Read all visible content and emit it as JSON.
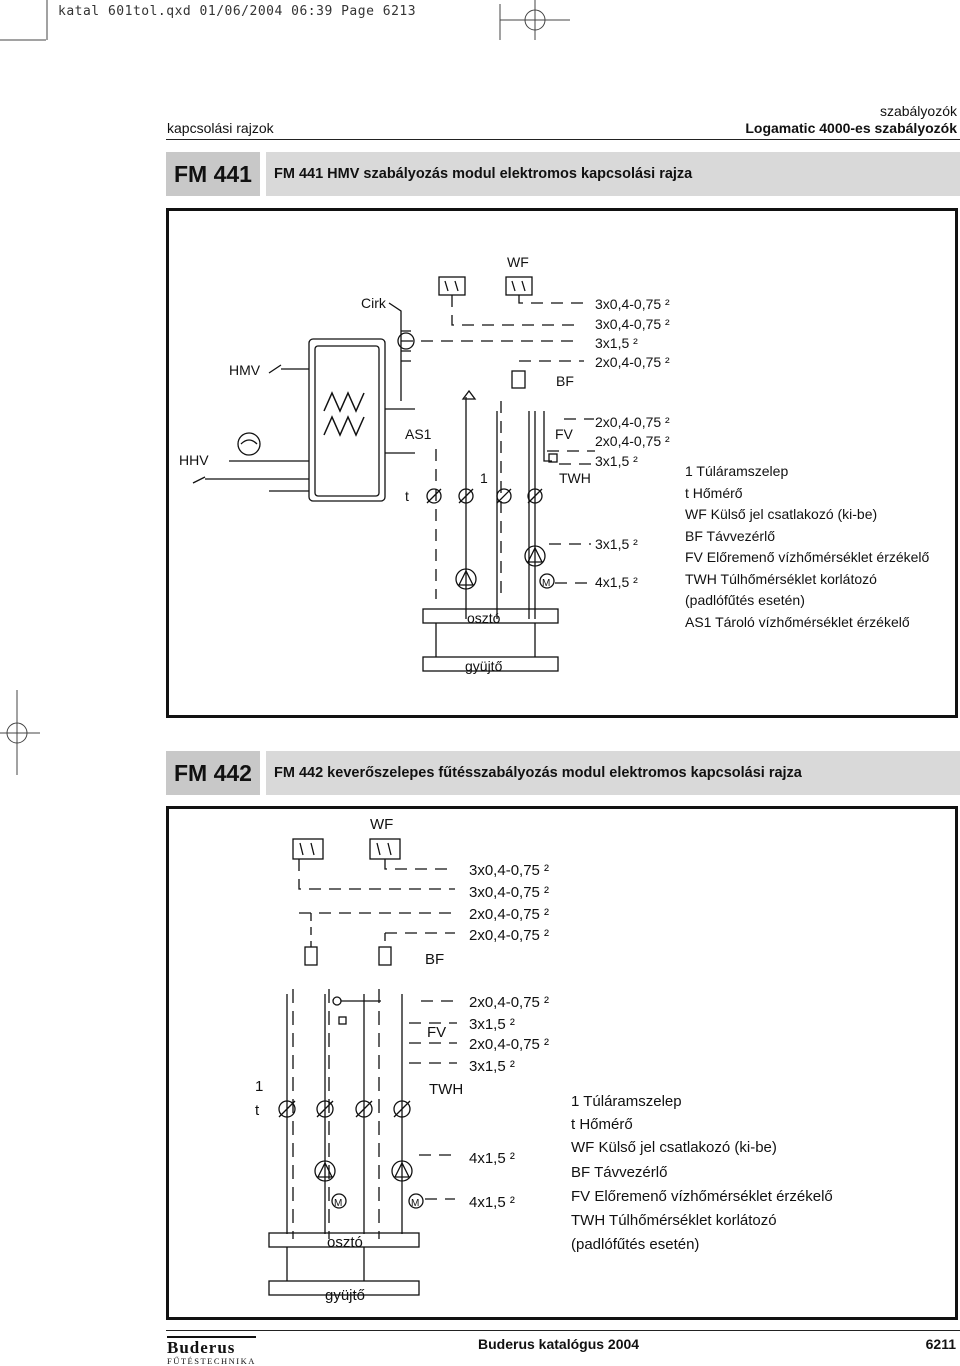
{
  "slug": "katal 601tol.qxd  01/06/2004  06:39  Page 6213",
  "header": {
    "left": "kapcsolási rajzok",
    "right_line1": "szabályozók",
    "right_line2": "Logamatic 4000-es szabályozók"
  },
  "sections": [
    {
      "code": "FM 441",
      "title": "FM 441 HMV szabályozás modul elektromos kapcsolási rajza",
      "labels": {
        "wf": "WF",
        "cirk": "Cirk",
        "hmv": "HMV",
        "hhv": "HHV",
        "bf": "BF",
        "as1": "AS1",
        "fv": "FV",
        "twh": "TWH",
        "t": "t",
        "one": "1",
        "oszto": "osztó",
        "gyujto": "gyüjtő",
        "m": "M"
      },
      "cables_top": [
        "3x0,4-0,75 ²",
        "3x0,4-0,75 ²",
        "3x1,5 ²",
        "2x0,4-0,75 ²"
      ],
      "cables_mid": [
        "2x0,4-0,75 ²",
        "2x0,4-0,75 ²",
        "3x1,5 ²"
      ],
      "cables_bot": [
        "3x1,5 ²",
        "4x1,5 ²"
      ],
      "legend": [
        "1  Túláramszelep",
        "t   Hőmérő",
        "WF  Külső jel csatlakozó (ki-be)",
        "BF  Távvezérlő",
        "FV  Előremenő vízhőmérséklet érzékelő",
        "TWH  Túlhőmérséklet korlátozó",
        "      (padlófűtés esetén)",
        "AS1  Tároló vízhőmérséklet érzékelő"
      ]
    },
    {
      "code": "FM 442",
      "title": "FM 442 keverőszelepes fűtésszabályozás modul elektromos kapcsolási rajza",
      "labels": {
        "wf": "WF",
        "bf": "BF",
        "fv": "FV",
        "twh": "TWH",
        "t": "t",
        "one": "1",
        "oszto": "osztó",
        "gyujto": "gyüjtő",
        "m": "M"
      },
      "cables_top": [
        "3x0,4-0,75 ²",
        "3x0,4-0,75 ²",
        "2x0,4-0,75 ²",
        "2x0,4-0,75 ²"
      ],
      "cables_mid": [
        "2x0,4-0,75 ²",
        "3x1,5 ²",
        "2x0,4-0,75 ²",
        "3x1,5 ²"
      ],
      "cables_bot": [
        "4x1,5 ²",
        "4x1,5 ²"
      ],
      "legend": [
        "1  Túláramszelep",
        "t   Hőmérő",
        "WF  Külső jel csatlakozó (ki-be)",
        "BF  Távvezérlő",
        "FV  Előremenő vízhőmérséklet érzékelő",
        "TWH  Túlhőmérséklet korlátozó",
        "      (padlófűtés esetén)"
      ]
    }
  ],
  "footer": {
    "brand": "Buderus",
    "brand_sub": "FŰTÉSTECHNIKA",
    "catalog": "Buderus katalógus 2004",
    "page": "6211"
  }
}
